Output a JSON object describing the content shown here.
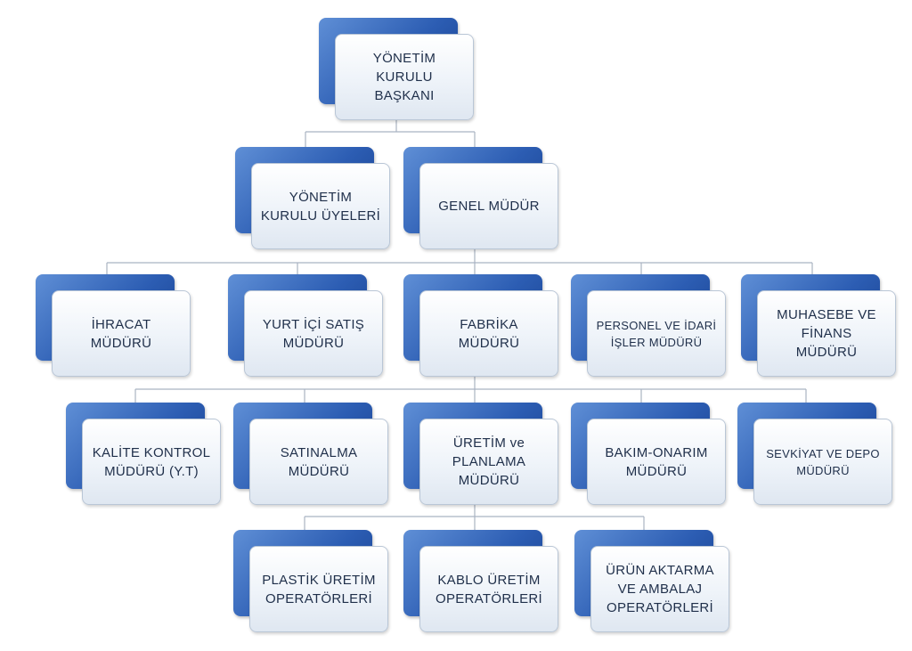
{
  "org_chart": {
    "chairman": "YÖNETİM\nKURULU\nBAŞKANI",
    "board_members": "YÖNETİM\nKURULU ÜYELERİ",
    "general_manager": "GENEL MÜDÜR",
    "export_manager": "İHRACAT\nMÜDÜRÜ",
    "domestic_sales_manager": "YURT İÇİ SATIŞ\nMÜDÜRÜ",
    "factory_manager": "FABRİKA\nMÜDÜRÜ",
    "hr_admin_manager": "PERSONEL VE İDARİ\nİŞLER MÜDÜRÜ",
    "accounting_finance_manager": "MUHASEBE VE\nFİNANS\nMÜDÜRÜ",
    "quality_control_manager": "KALİTE KONTROL\nMÜDÜRÜ (Y.T)",
    "purchasing_manager": "SATINALMA\nMÜDÜRÜ",
    "production_planning_manager": "ÜRETİM ve\nPLANLAMA\nMÜDÜRÜ",
    "maintenance_repair_manager": "BAKIM-ONARIM\nMÜDÜRÜ",
    "shipping_warehouse_manager": "SEVKİYAT VE DEPO\nMÜDÜRÜ",
    "plastic_production_operators": "PLASTİK ÜRETİM\nOPERATÖRLERİ",
    "cable_production_operators": "KABLO ÜRETİM\nOPERATÖRLERİ",
    "product_transfer_packaging_operators": "ÜRÜN AKTARMA\nVE AMBALAJ\nOPERATÖRLERİ"
  },
  "colors": {
    "accent_dark_blue": "#2c5db3",
    "box_light": "#eef3f9",
    "connector": "#a9b3c2",
    "text": "#1f2f4a"
  }
}
